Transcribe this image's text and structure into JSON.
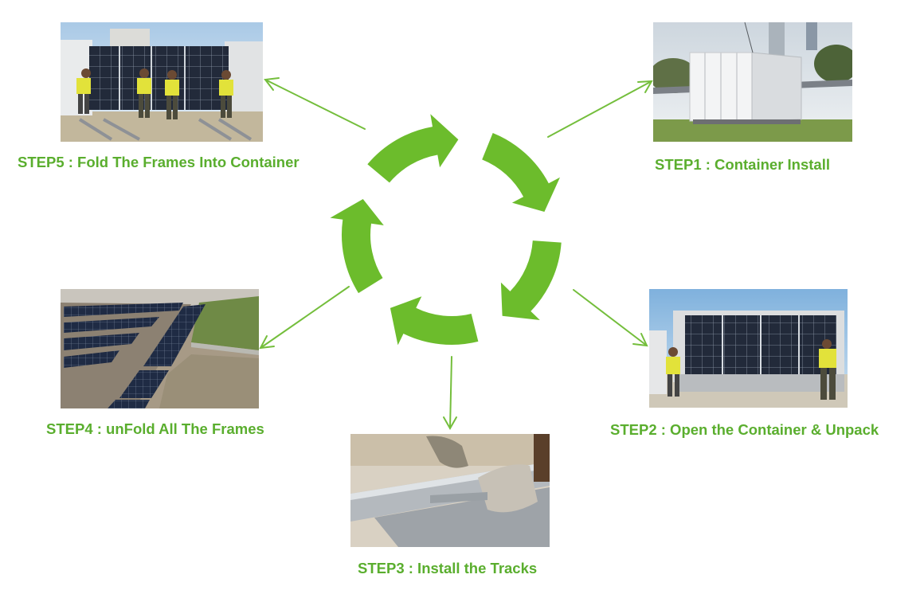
{
  "steps": [
    {
      "id": 1,
      "label": "STEP1 : Container Install",
      "photo": "white-container-on-site-photo"
    },
    {
      "id": 2,
      "label": "STEP2 : Open the Container & Unpack",
      "photo": "workers-unpacking-panels-photo"
    },
    {
      "id": 3,
      "label": "STEP3 : Install the Tracks",
      "photo": "gloved-hands-fixing-track-photo"
    },
    {
      "id": 4,
      "label": "STEP4 : unFold All The Frames",
      "photo": "unfolded-solar-field-aerial-photo"
    },
    {
      "id": 5,
      "label": "STEP5 : Fold The Frames Into Container",
      "photo": "workers-folding-frames-photo"
    }
  ],
  "colors": {
    "accent_green": "#5aae2e",
    "cycle_arrow_green": "#6cbc2c",
    "connector_green": "#74be3c"
  },
  "cycle": {
    "direction": "clockwise",
    "segments": 5
  }
}
